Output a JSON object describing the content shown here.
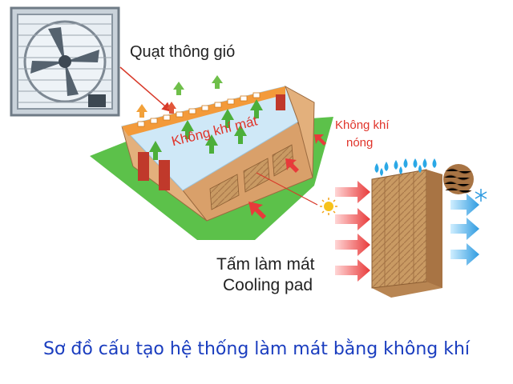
{
  "labels": {
    "fan": "Quạt thông gió",
    "cool_air": "Không khí mát",
    "hot_air_line1": "Không khí",
    "hot_air_line2": "nóng",
    "pad_line1": "Tấm làm mát",
    "pad_line2": "Cooling pad"
  },
  "caption": "Sơ đồ cấu tạo hệ thống làm mát bằng không khí",
  "colors": {
    "caption": "#1a3dbf",
    "red_text": "#e0342a",
    "hot_arrow": "#e83a3a",
    "cool_arrow": "#2f9be0",
    "green_arrow": "#4caf3a",
    "lawn": "#5cc14a",
    "roof": "#cfe8f7",
    "wall": "#d9a06a",
    "pad": "#c99a63",
    "water": "#2aa8e6"
  },
  "icons": {
    "fan": "exhaust-fan-icon",
    "sun": "sun-icon",
    "snowflake": "snowflake-icon",
    "water_drop": "water-drop-icon"
  }
}
